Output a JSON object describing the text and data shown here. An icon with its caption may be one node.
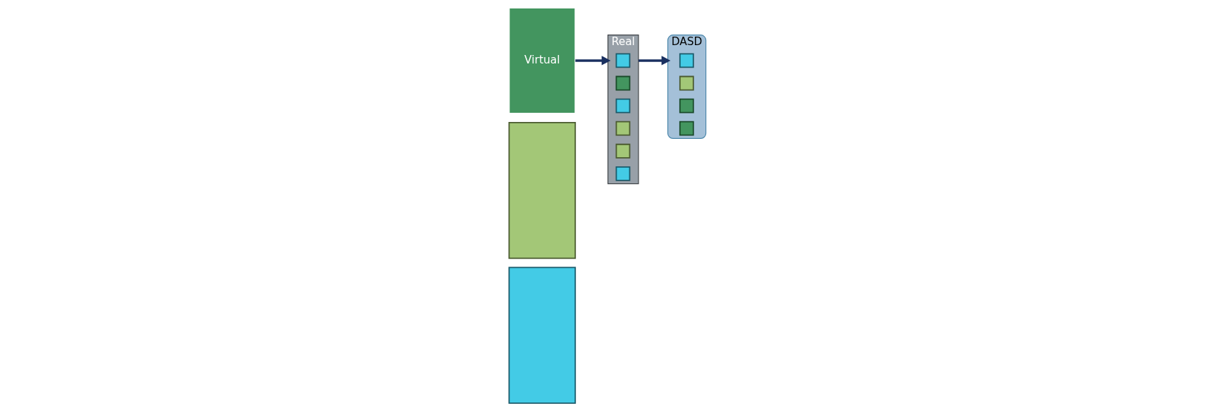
{
  "diagram": {
    "nodes": [
      {
        "text": [],
        "shape": "box"
      },
      {
        "text": [],
        "shape": "box"
      },
      {
        "text": [
          "Virtual"
        ]
      },
      {
        "text": [
          "Real"
        ]
      },
      {
        "text": [],
        "shape": "box",
        "in": 3
      },
      {
        "text": [],
        "shape": "box",
        "in": 3
      },
      {
        "text": [],
        "shape": "box",
        "in": 3
      },
      {
        "text": [],
        "shape": "box",
        "in": 3
      },
      {
        "text": [],
        "shape": "box",
        "in": 3
      },
      {
        "text": [],
        "shape": "box",
        "in": 3
      },
      {
        "text": [
          "DASD"
        ]
      },
      {
        "text": [],
        "shape": "box",
        "in": 10
      },
      {
        "text": [],
        "shape": "box",
        "in": 10
      },
      {
        "text": [],
        "shape": "box",
        "in": 10
      },
      {
        "text": [],
        "shape": "box",
        "in": 10
      }
    ],
    "edges": [
      {
        "from": 2,
        "to": 3,
        "arrow": "to"
      },
      {
        "from": 3,
        "to": 10,
        "arrow": "to"
      }
    ]
  }
}
